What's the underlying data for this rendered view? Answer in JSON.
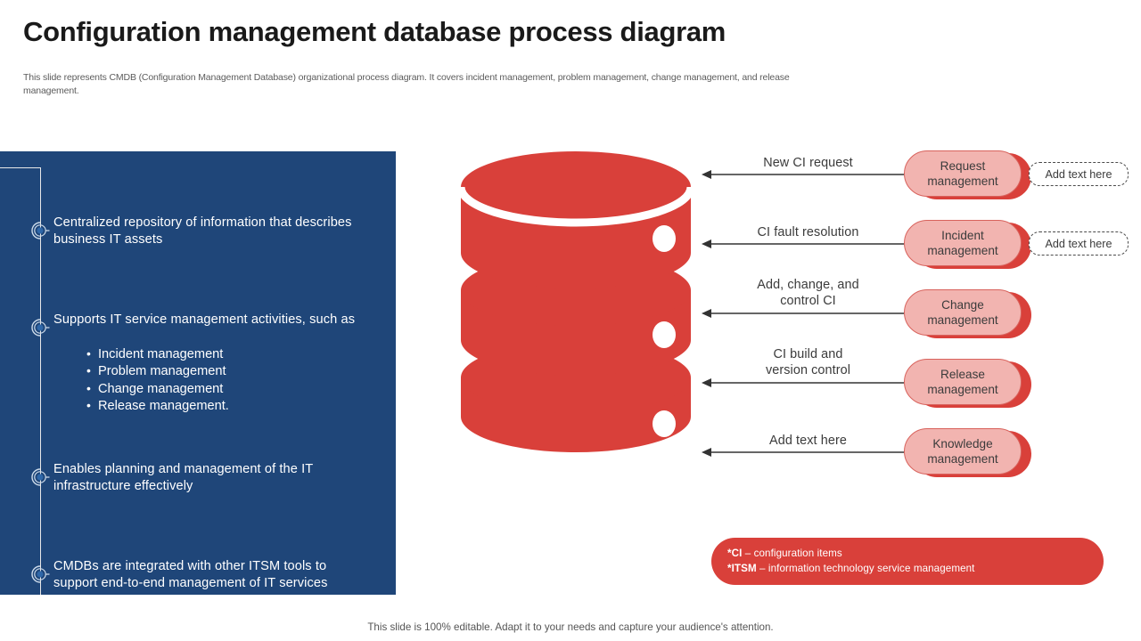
{
  "header": {
    "title": "Configuration management database process diagram",
    "subtitle": "This slide represents CMDB (Configuration Management Database) organizational process diagram. It covers incident management, problem management, change management, and release management."
  },
  "colors": {
    "panel_blue": "#1F4679",
    "accent_red": "#D9403A",
    "pill_fill": "#F2B4B0",
    "pill_border": "#D8625C",
    "connector_white": "#E8E8E8"
  },
  "left_panel": {
    "bullets": [
      {
        "text": "Centralized repository of information that describes business IT  assets",
        "sub_items": []
      },
      {
        "text": "Supports IT  service management activities, such as",
        "sub_items": [
          "Incident management",
          "Problem management",
          "Change management",
          "Release management."
        ]
      },
      {
        "text": "Enables planning and management  of the IT infrastructure  effectively",
        "sub_items": []
      },
      {
        "text": "CMDBs are integrated with other ITSM  tools to support end-to-end management  of IT  services",
        "sub_items": []
      }
    ]
  },
  "diagram": {
    "database_icon": "database-cylinder-icon",
    "flows": [
      {
        "label": "New CI request",
        "box": "Request\nmanagement",
        "callout": "Add text here",
        "has_callout": true
      },
      {
        "label": "CI fault  resolution",
        "box": "Incident\nmanagement",
        "callout": "Add text here",
        "has_callout": true
      },
      {
        "label": "Add, change, and\ncontrol CI",
        "box": "Change\nmanagement",
        "callout": "",
        "has_callout": false
      },
      {
        "label": "CI build and\nversion control",
        "box": "Release\nmanagement",
        "callout": "",
        "has_callout": false
      },
      {
        "label": "Add text here",
        "box": "Knowledge\nmanagement",
        "callout": "",
        "has_callout": false
      }
    ]
  },
  "legend": {
    "line1_bold": "*CI",
    "line1_rest": " – configuration  items",
    "line2_bold": "*ITSM",
    "line2_rest": " – information  technology  service  management"
  },
  "footer": {
    "text": "This slide is 100% editable. Adapt it to your needs and capture your audience's attention."
  }
}
